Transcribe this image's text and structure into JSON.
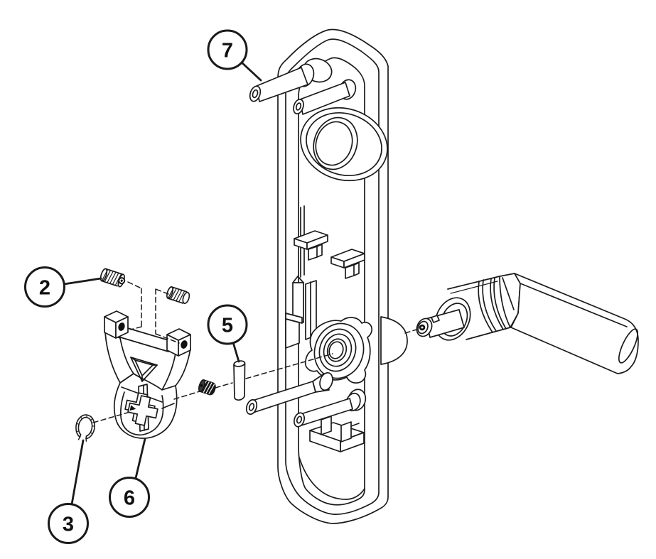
{
  "colors": {
    "background": "#ffffff",
    "line": "#1a1a1a",
    "dark_fill": "#111111"
  },
  "callouts": [
    {
      "label": "2"
    },
    {
      "label": "3"
    },
    {
      "label": "5"
    },
    {
      "label": "6"
    },
    {
      "label": "7"
    }
  ]
}
